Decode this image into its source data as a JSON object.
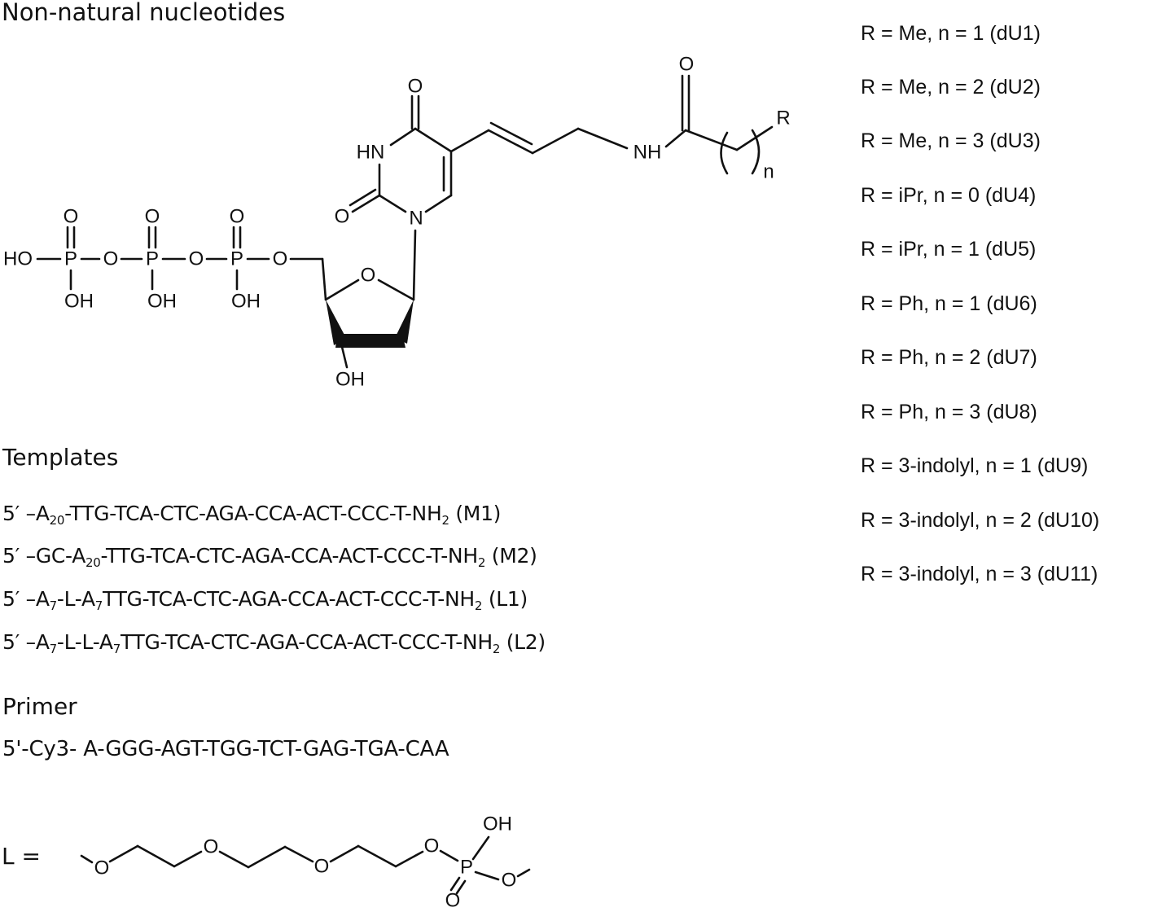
{
  "title": "Non-natural nucleotides",
  "substituents": [
    "R = Me, n = 1 (dU1)",
    "R = Me, n = 2 (dU2)",
    "R = Me, n = 3 (dU3)",
    "R = iPr, n = 0 (dU4)",
    "R = iPr, n = 1 (dU5)",
    "R = Ph, n = 1 (dU6)",
    "R = Ph, n = 2 (dU7)",
    "R = Ph, n = 3 (dU8)",
    "R = 3-indolyl, n = 1 (dU9)",
    "R = 3-indolyl, n = 2 (dU10)",
    "R = 3-indolyl, n = 3 (dU11)"
  ],
  "molecule": {
    "atoms": [
      "HO",
      "P",
      "O",
      "P",
      "O",
      "P",
      "O",
      "O",
      "O",
      "O",
      "OH",
      "OH",
      "OH",
      "O",
      "OH",
      "N",
      "HN",
      "O",
      "O",
      "NH",
      "O",
      "R",
      "n"
    ]
  },
  "templates": {
    "heading": "Templates",
    "lines": [
      {
        "parts": [
          {
            "text": "5′ –A",
            "sub": false
          },
          {
            "text": "20",
            "sub": true
          },
          {
            "text": "-TTG-TCA-CTC-AGA-CCA-ACT-CCC-T-NH",
            "sub": false
          },
          {
            "text": "2",
            "sub": true
          },
          {
            "text": " (M1)",
            "sub": false
          }
        ]
      },
      {
        "parts": [
          {
            "text": "5′ –GC-A",
            "sub": false
          },
          {
            "text": "20",
            "sub": true
          },
          {
            "text": "-TTG-TCA-CTC-AGA-CCA-ACT-CCC-T-NH",
            "sub": false
          },
          {
            "text": "2",
            "sub": true
          },
          {
            "text": " (M2)",
            "sub": false
          }
        ]
      },
      {
        "parts": [
          {
            "text": "5′ –A",
            "sub": false
          },
          {
            "text": "7",
            "sub": true
          },
          {
            "text": "-L-A",
            "sub": false
          },
          {
            "text": "7",
            "sub": true
          },
          {
            "text": "TTG-TCA-CTC-AGA-CCA-ACT-CCC-T-NH",
            "sub": false
          },
          {
            "text": "2",
            "sub": true
          },
          {
            "text": " (L1)",
            "sub": false
          }
        ]
      },
      {
        "parts": [
          {
            "text": "5′ –A",
            "sub": false
          },
          {
            "text": "7",
            "sub": true
          },
          {
            "text": "-L-L-A",
            "sub": false
          },
          {
            "text": "7",
            "sub": true
          },
          {
            "text": "TTG-TCA-CTC-AGA-CCA-ACT-CCC-T-NH",
            "sub": false
          },
          {
            "text": "2",
            "sub": true
          },
          {
            "text": " (L2)",
            "sub": false
          }
        ]
      }
    ]
  },
  "primer": {
    "heading": "Primer",
    "sequence": "5'-Cy3- A-GGG-AGT-TGG-TCT-GAG-TGA-CAA"
  },
  "linker": {
    "label": "L =",
    "atoms": [
      "O",
      "O",
      "O",
      "O",
      "P",
      "OH",
      "O",
      "O"
    ]
  }
}
